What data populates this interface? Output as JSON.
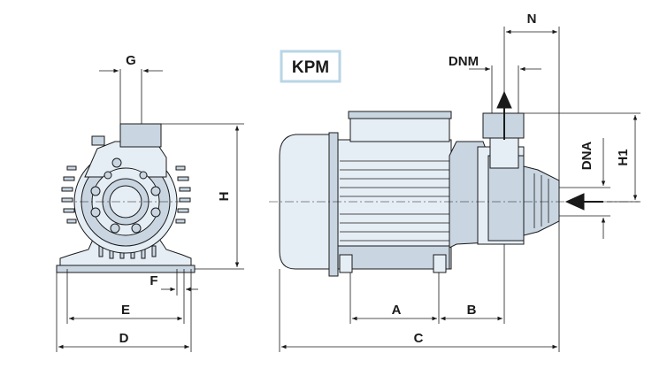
{
  "model": {
    "label": "KPM",
    "accent": "#b9d5e6"
  },
  "colors": {
    "body_fill": "#e6eef5",
    "shade_fill": "#c9d6e2",
    "line": "#1a1a1a",
    "model_box_border": "#b9d5e6"
  },
  "dimensions": {
    "G": "G",
    "H": "H",
    "F": "F",
    "E": "E",
    "D": "D",
    "N": "N",
    "DNM": "DNM",
    "DNA": "DNA",
    "H1": "H1",
    "A": "A",
    "B": "B",
    "C": "C"
  }
}
